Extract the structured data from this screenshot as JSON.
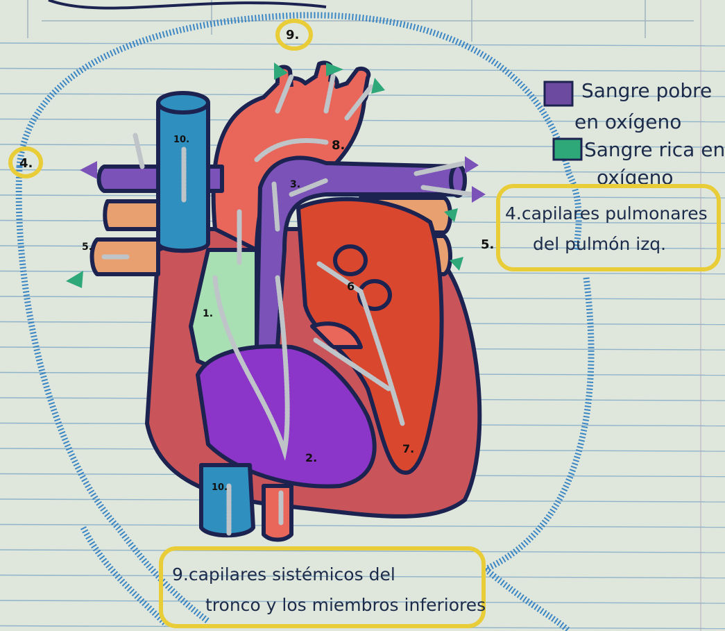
{
  "legend": [
    {
      "line1": "Sangre pobre",
      "line2": "en oxígeno",
      "color": "#6b4aa0"
    },
    {
      "line1": "Sangre rica en",
      "line2": "oxígeno",
      "color": "#2ea879"
    }
  ],
  "boxes": {
    "pulmonary": {
      "line1": "4.capilares pulmonares",
      "line2": "del pulmón izq."
    },
    "systemic": {
      "line1": "9.capilares sistémicos del",
      "line2": "tronco y los miembros inferiores"
    }
  },
  "labels": {
    "n1": "1.",
    "n2": "2.",
    "n3": "3.",
    "n4_left": "4.",
    "n5_left": "5.",
    "n5_right": "5.",
    "n6": "6",
    "n7": "7.",
    "n8": "8.",
    "n9_top": "9.",
    "n10_top": "10.",
    "n10_bottom": "10."
  },
  "colors": {
    "paper": "#dfe6dc",
    "rule": "#8fb3c9",
    "circuit": "#3a86c4",
    "highlight": "#e9cd38",
    "deoxy": "#7a52b8",
    "oxy_red": "#e9675a",
    "ventricle_dark": "#d9472f",
    "heart_wall": "#c9555a",
    "atrium_green": "#a8e0b4",
    "lung_vessel": "#e8a070",
    "outline": "#1c2350"
  }
}
